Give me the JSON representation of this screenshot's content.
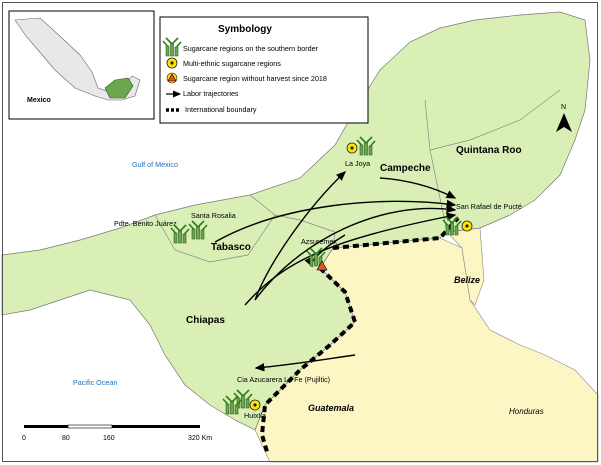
{
  "inset": {
    "label": "Mexico"
  },
  "legend": {
    "title": "Symbology",
    "items": [
      {
        "symbol": "sugarcane-icon",
        "label": "Sugarcane regions on the southern border"
      },
      {
        "symbol": "multiethnic-marker-icon",
        "label": "Multi-ethnic sugarcane regions"
      },
      {
        "symbol": "no-harvest-triangle-icon",
        "label": "Sugarcane region without harvest since 2018"
      },
      {
        "symbol": "arrow-icon",
        "label": "Labor trajectories"
      },
      {
        "symbol": "dashed-line-icon",
        "label": "International boundary"
      }
    ]
  },
  "water": {
    "gulf": "Gulf of Mexico",
    "pacific": "Pacific Ocean"
  },
  "regions": {
    "campeche": "Campeche",
    "quintana_roo": "Quintana Roo",
    "tabasco": "Tabasco",
    "chiapas": "Chiapas",
    "belize": "Belize",
    "guatemala": "Guatemala",
    "honduras": "Honduras"
  },
  "sites": {
    "la_joya": "La Joya",
    "san_rafael": "San Rafael de Pucté",
    "santa_rosalia": "Santa Rosalia",
    "pdte_benito": "Pdte. Benito Juárez",
    "azsuremex": "Azsuremex",
    "la_fe": "Cia Azucarera La Fe (Pujiltic)",
    "huixtla": "Huixtla"
  },
  "scale": {
    "ticks": [
      "0",
      "80",
      "160",
      "320 Km"
    ]
  },
  "north": "N",
  "colors": {
    "mexico_land": "#d9efb5",
    "neighbor_land": "#fcf5c4",
    "water": "#ffffff",
    "border": "#000000"
  }
}
